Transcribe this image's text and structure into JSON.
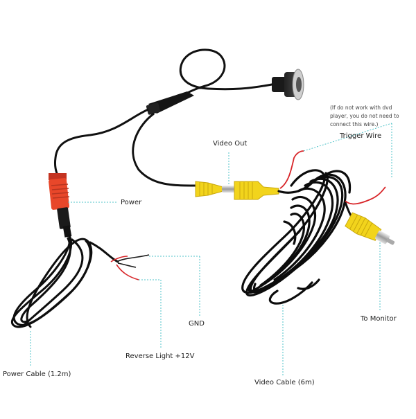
{
  "labels": {
    "video_out": "Video Out",
    "trigger_wire": "Trigger Wire",
    "power": "Power",
    "gnd": "GND",
    "reverse_light": "Reverse Light +12V",
    "to_monitor": "To Monitor",
    "power_cable": "Power Cable (1.2m)",
    "video_cable": "Video Cable (6m)"
  },
  "trigger_note": {
    "line1": "(If do not work with dvd",
    "line2": "player, you do not need to",
    "line3": "connect this wire.)"
  },
  "colors": {
    "cable": "#111111",
    "rca_yellow": "#f2d41c",
    "power_plug_red": "#e8472a",
    "wire_red": "#d8262a",
    "leader_line": "#4fc3c9",
    "text": "#222222"
  }
}
